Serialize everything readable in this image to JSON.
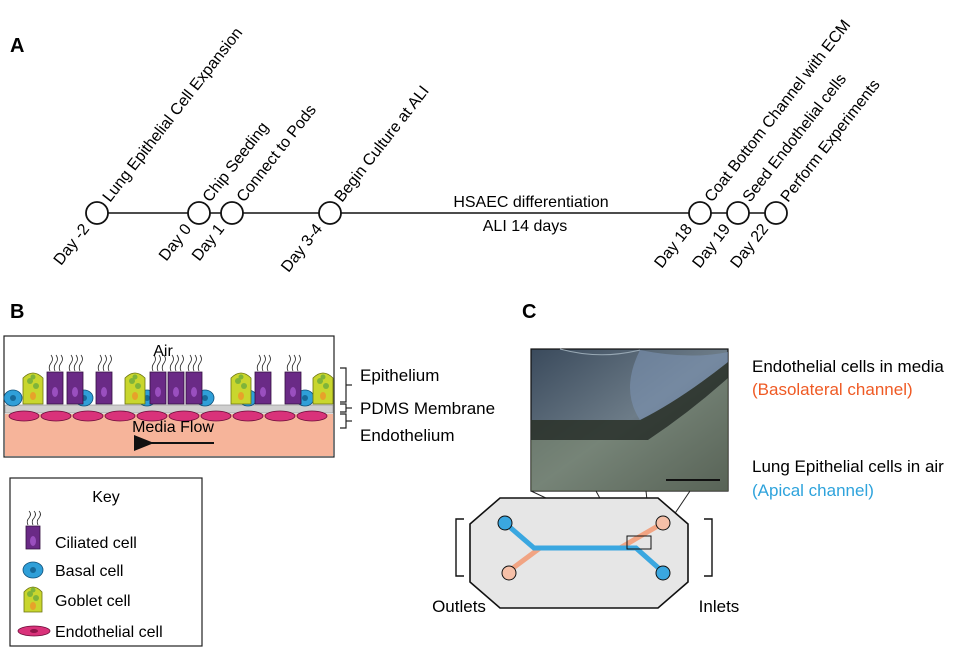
{
  "panels": {
    "a": "A",
    "b": "B",
    "c": "C"
  },
  "timeline": {
    "events": [
      {
        "day": "Day -2",
        "label": "Lung Epithelial Cell Expansion"
      },
      {
        "day": "Day 0",
        "label": "Chip Seeding"
      },
      {
        "day": "Day 1",
        "label": "Connect to Pods"
      },
      {
        "day": "Day 3-4",
        "label": "Begin Culture at ALI"
      },
      {
        "day": "Day 18",
        "label": "Coat Bottom Channel with ECM"
      },
      {
        "day": "Day 19",
        "label": "Seed Endothelial cells"
      },
      {
        "day": "Day 22",
        "label": "Perform Experiments"
      }
    ],
    "phase_line1": "HSAEC differentiation",
    "phase_line2": "ALI 14 days"
  },
  "cross_section": {
    "air": "Air",
    "media_flow": "Media Flow",
    "layers": [
      "Epithelium",
      "PDMS Membrane",
      "Endothelium"
    ]
  },
  "key": {
    "title": "Key",
    "items": [
      "Ciliated cell",
      "Basal cell",
      "Goblet cell",
      "Endothelial cell"
    ]
  },
  "chip": {
    "endo_line1": "Endothelial cells in media",
    "endo_line2": "(Basolateral channel)",
    "epi_line1": "Lung Epithelial cells in air",
    "epi_line2": "(Apical channel)",
    "outlets": "Outlets",
    "inlets": "Inlets"
  },
  "colors": {
    "ciliated": "#6a2a86",
    "basal": "#2f9fd8",
    "goblet": "#c9d62e",
    "endothelial": "#d9327a",
    "media": "#f6b49a",
    "apical": "#3aa7e0",
    "basolateral": "#f1a483",
    "basolateral_text": "#ef5a24",
    "apical_text": "#2ea3dc"
  }
}
